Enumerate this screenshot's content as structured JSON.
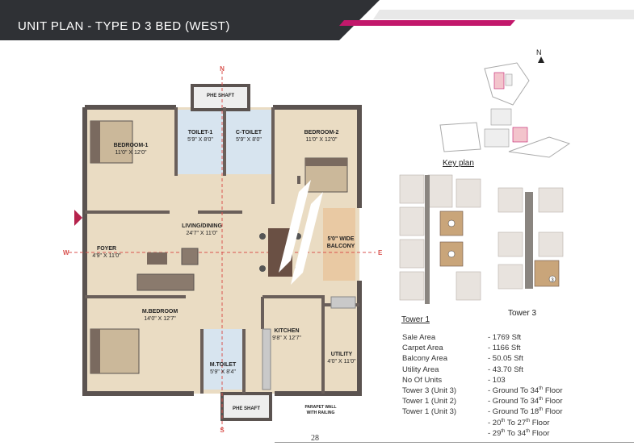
{
  "header": {
    "title": "UNIT PLAN - TYPE D 3 BED (WEST)",
    "dark_color": "#2f3135",
    "accent_color": "#c2186b"
  },
  "plan": {
    "north_label": "N",
    "south_label": "S",
    "west_label": "W",
    "east_label": "E",
    "rooms": {
      "phe_shaft_top": "PHE SHAFT",
      "toilet1_name": "TOILET-1",
      "toilet1_size": "5'9\" X 8'0\"",
      "ctoilet_name": "C-TOILET",
      "ctoilet_size": "5'9\" X 8'0\"",
      "bedroom1_name": "BEDROOM-1",
      "bedroom1_size": "11'0\" X 12'0\"",
      "bedroom2_name": "BEDROOM-2",
      "bedroom2_size": "11'0\" X 12'0\"",
      "living_name": "LIVING/DINING",
      "living_size": "24'7\" X 11'0\"",
      "foyer_name": "FOYER",
      "foyer_size": "4'9\" X 11'0\"",
      "balcony_name": "5'0\" WIDE",
      "balcony_name2": "BALCONY",
      "mbedroom_name": "M.BEDROOM",
      "mbedroom_size": "14'0\" X 12'7\"",
      "kitchen_name": "KITCHEN",
      "kitchen_size": "9'8\" X 12'7\"",
      "utility_name": "UTILITY",
      "utility_size": "4'0\" X 11'0\"",
      "mtoilet_name": "M.TOILET",
      "mtoilet_size": "5'9\" X 8'4\"",
      "phe_shaft_bottom": "PHE SHAFT",
      "parapet_line1": "PARAPET WALL",
      "parapet_line2": "WITH RAILING"
    }
  },
  "keyplan": {
    "label": "Key plan",
    "north": "N"
  },
  "towers": {
    "tower1_label": "Tower 1",
    "tower3_label": "Tower 3",
    "unit_number": "3"
  },
  "specs": [
    {
      "label": "Sale Area",
      "value": "- 1769 Sft"
    },
    {
      "label": "Carpet Area",
      "value": "- 1166 Sft"
    },
    {
      "label": "Balcony Area",
      "value": "- 50.05 Sft"
    },
    {
      "label": "Utility Area",
      "value": "- 43.70 Sft"
    },
    {
      "label": "No Of Units",
      "value": "- 103"
    }
  ],
  "floor_specs": [
    {
      "label": "Tower 3 (Unit 3)",
      "prefix": "- Ground To 34",
      "sup": "th",
      "suffix": " Floor"
    },
    {
      "label": "Tower 1 (Unit 2)",
      "prefix": "- Ground To 34",
      "sup": "th",
      "suffix": " Floor"
    },
    {
      "label": "Tower 1 (Unit 3)",
      "prefix": "- Ground To 18",
      "sup": "th",
      "suffix": " Floor"
    },
    {
      "label": "",
      "prefix": "- 20",
      "sup": "th",
      "suffix": " To 27",
      "sup2": "th",
      "suffix2": " Floor"
    },
    {
      "label": "",
      "prefix": "- 29",
      "sup": "th",
      "suffix": " To 34",
      "sup2": "th",
      "suffix2": " Floor"
    }
  ],
  "page_number": "28"
}
